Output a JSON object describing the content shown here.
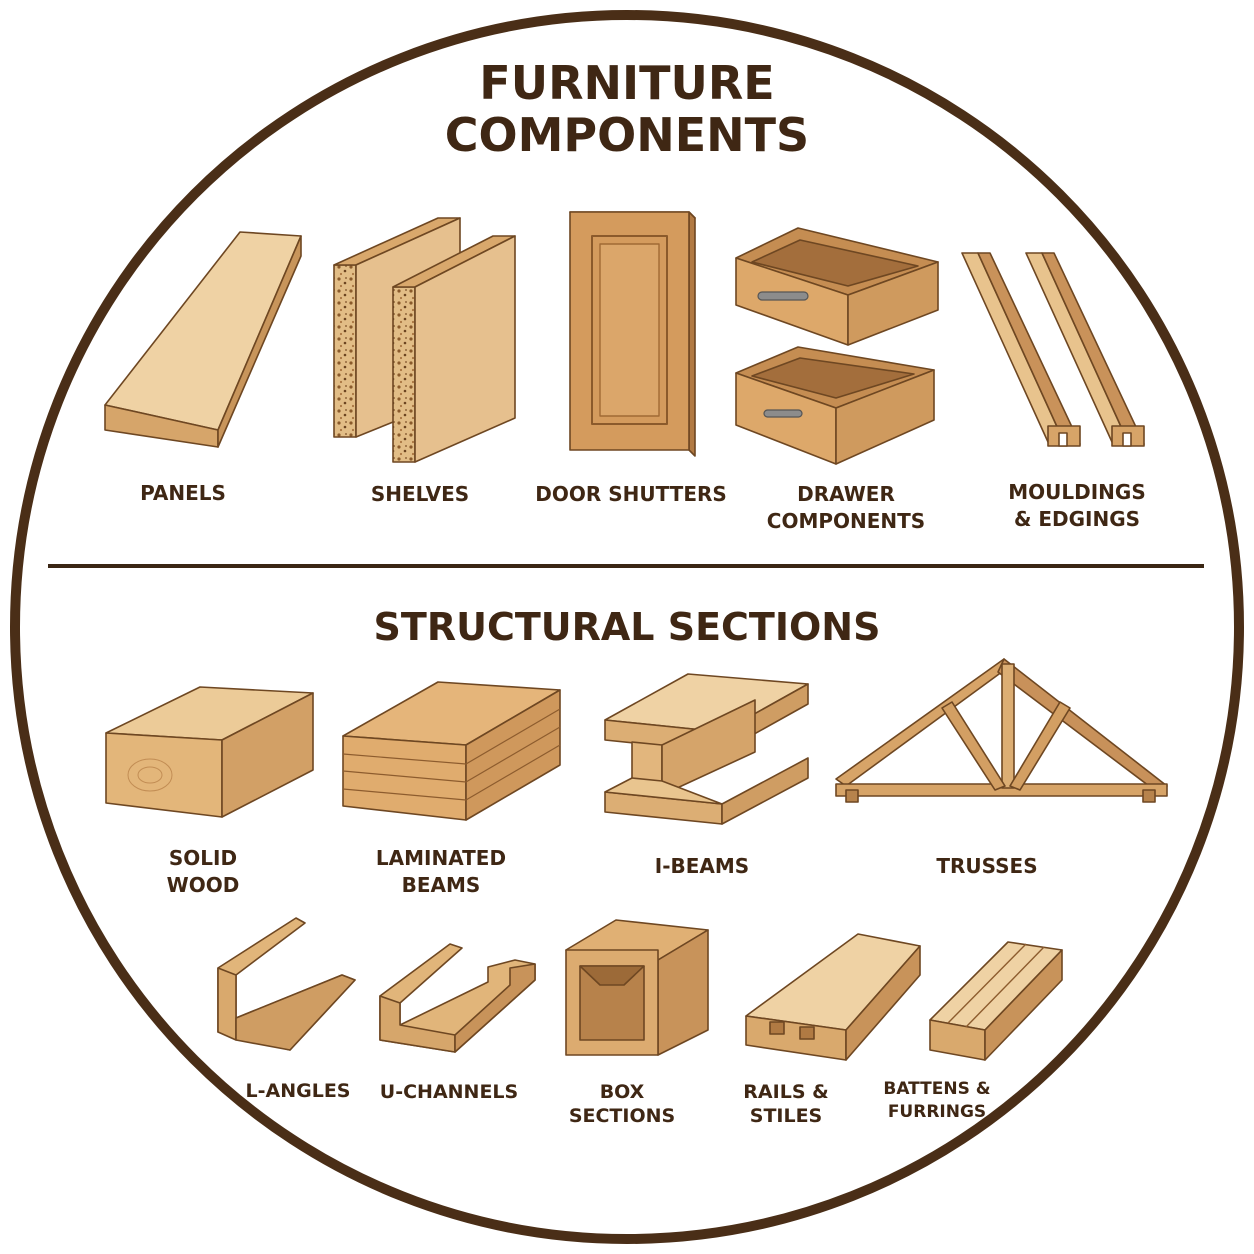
{
  "top_section": {
    "title_line1": "FURNITURE",
    "title_line2": "COMPONENTS",
    "items": [
      {
        "icon": "panel-icon",
        "lines": [
          "PANELS"
        ]
      },
      {
        "icon": "shelves-icon",
        "lines": [
          "SHELVES"
        ]
      },
      {
        "icon": "door-shutter-icon",
        "lines": [
          "DOOR SHUTTERS"
        ]
      },
      {
        "icon": "drawer-icon",
        "lines": [
          "DRAWER",
          "COMPONENTS"
        ]
      },
      {
        "icon": "moulding-icon",
        "lines": [
          "MOULDINGS",
          "& EDGINGS"
        ]
      }
    ]
  },
  "bottom_section": {
    "title": "STRUCTURAL SECTIONS",
    "row1": [
      {
        "icon": "solid-wood-icon",
        "lines": [
          "SOLID",
          "WOOD"
        ]
      },
      {
        "icon": "laminated-beam-icon",
        "lines": [
          "LAMINATED",
          "BEAMS"
        ]
      },
      {
        "icon": "i-beam-icon",
        "lines": [
          "I-BEAMS"
        ]
      },
      {
        "icon": "truss-icon",
        "lines": [
          "TRUSSES"
        ]
      }
    ],
    "row2": [
      {
        "icon": "l-angle-icon",
        "lines": [
          "L-ANGLES"
        ]
      },
      {
        "icon": "u-channel-icon",
        "lines": [
          "U-CHANNELS"
        ]
      },
      {
        "icon": "box-section-icon",
        "lines": [
          "BOX",
          "SECTIONS"
        ]
      },
      {
        "icon": "rail-stile-icon",
        "lines": [
          "RAILS &",
          "STILES"
        ]
      },
      {
        "icon": "batten-icon",
        "lines": [
          "BATTENS &",
          "FURRINGS"
        ]
      }
    ]
  },
  "colors": {
    "border": "#4a2e17",
    "text": "#3f2714",
    "wood_light": "#efd2a4",
    "wood_mid": "#dcae74",
    "wood_dark": "#bf8a52"
  }
}
